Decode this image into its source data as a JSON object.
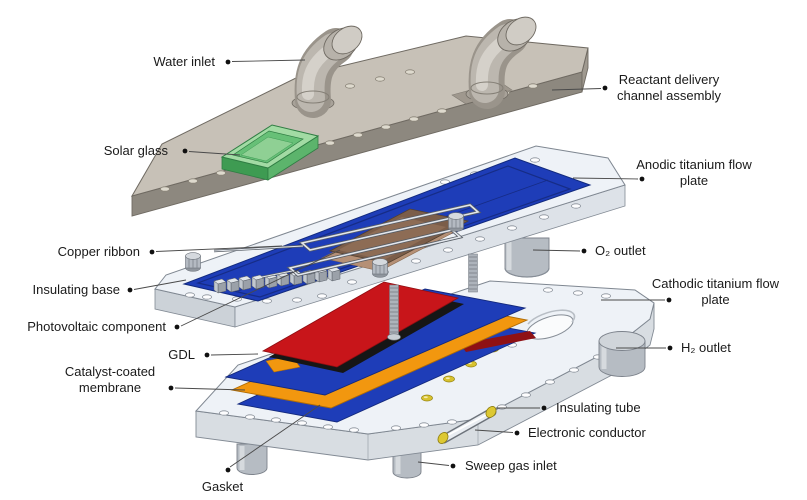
{
  "figure": {
    "type": "exploded-assembly-diagram",
    "description": "Exploded CAD view of a photoelectrochemical water-splitting cell",
    "background": "#ffffff",
    "labels": {
      "water_inlet": "Water inlet",
      "reactant_delivery": "Reactant delivery channel assembly",
      "solar_glass": "Solar glass",
      "anodic_plate": "Anodic titanium flow plate",
      "copper_ribbon": "Copper ribbon",
      "o2_outlet": "O₂ outlet",
      "insulating_base": "Insulating base",
      "cathodic_plate": "Cathodic titanium flow plate",
      "photovoltaic": "Photovoltaic component",
      "gdl": "GDL",
      "h2_outlet": "H₂ outlet",
      "catalyst_membrane": "Catalyst-coated membrane",
      "insulating_tube": "Insulating tube",
      "electronic_conductor": "Electronic conductor",
      "gasket": "Gasket",
      "sweep_gas_inlet": "Sweep gas inlet"
    },
    "colors": {
      "delivery_plate_gray": "#c7c1b7",
      "titanium_plate_white": "#eef2f7",
      "insulating_base_blue": "#1e3db8",
      "gasket_blue": "#1e3db8",
      "gdl_red": "#c8151a",
      "membrane_orange": "#f2970f",
      "solar_glass_green": "#9dd8a0",
      "photovoltaic_brown": "#7b5d49",
      "conductor_gold": "#ddc832",
      "metal_gray": "#b6bcc3",
      "leader_line": "#4a4a4a",
      "label_text": "#1a1a1a"
    }
  }
}
